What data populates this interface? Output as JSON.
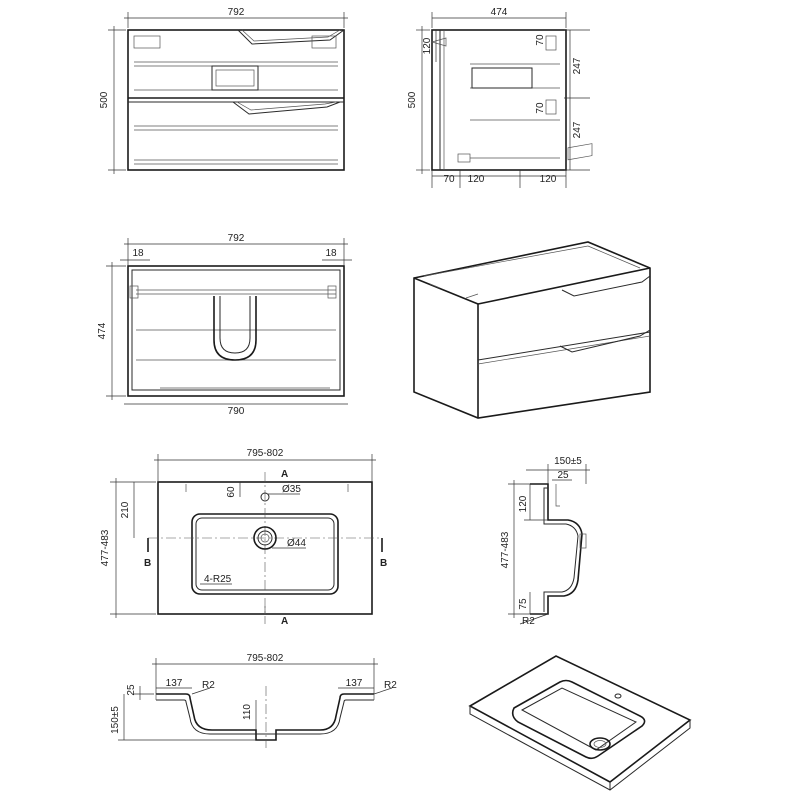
{
  "front_view": {
    "width": "792",
    "height": "500"
  },
  "side_view": {
    "depth": "474",
    "height": "500",
    "top_offset": "120",
    "drawer_gap_top": "70",
    "drawer_height_top": "247",
    "drawer_gap_bottom": "70",
    "drawer_height_bottom": "247",
    "bottom_left": "70",
    "bottom_mid": "120",
    "bottom_right": "120"
  },
  "top_view": {
    "width": "792",
    "side_left": "18",
    "side_right": "18",
    "depth": "474",
    "bottom_width": "790"
  },
  "basin_top_view": {
    "width": "795-802",
    "height": "477-483",
    "tap_offset": "210",
    "tap_from_edge": "60",
    "tap_hole": "Ø35",
    "drain_hole": "Ø44",
    "corner_radius": "4-R25",
    "section_a": "A",
    "section_b": "B"
  },
  "basin_side_section": {
    "height": "150±5",
    "rim": "25",
    "top": "120",
    "overall": "477-483",
    "bottom": "75",
    "radius": "R2"
  },
  "basin_front_section": {
    "width": "795-802",
    "rim": "25",
    "left_ledge": "137",
    "right_ledge": "137",
    "radius_left": "R2",
    "radius_right": "R2",
    "depth": "110",
    "height": "150±5"
  }
}
